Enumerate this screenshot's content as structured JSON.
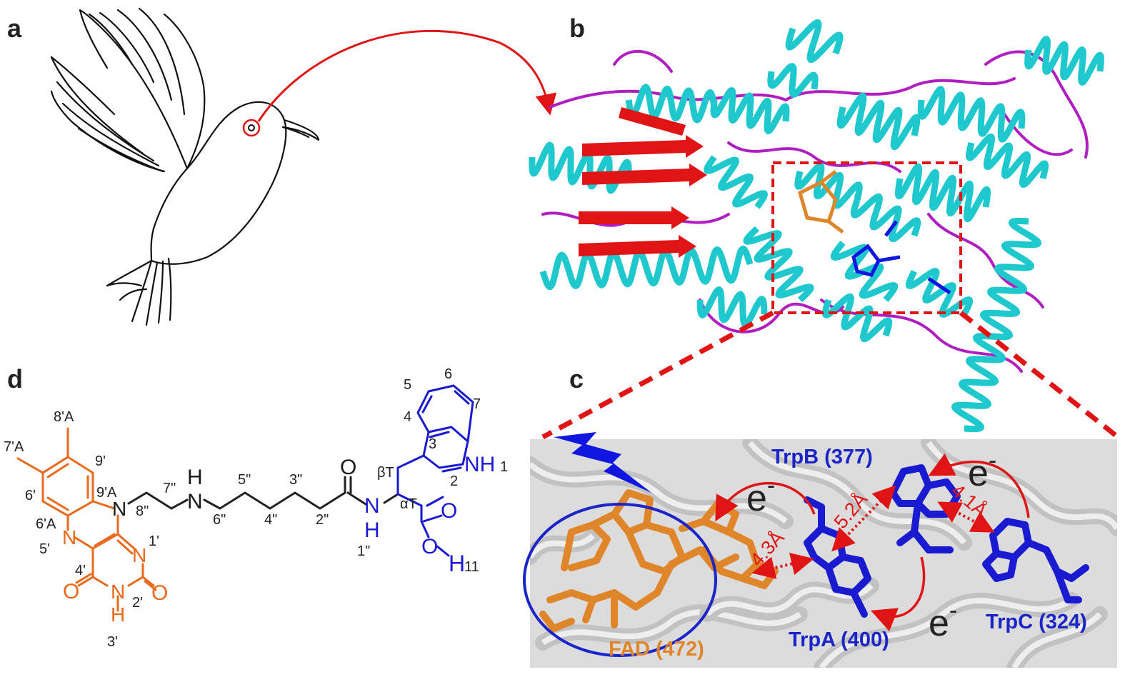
{
  "panels": {
    "a": {
      "letter": "a"
    },
    "b": {
      "letter": "b"
    },
    "c": {
      "letter": "c",
      "fad_label": "FAD (472)",
      "trpA_label": "TrpA (400)",
      "trpB_label": "TrpB (377)",
      "trpC_label": "TrpC (324)",
      "distances": [
        "4.3Å",
        "5.2Å",
        "4.1Å"
      ],
      "electron": "e",
      "electron_sup": "-"
    },
    "d": {
      "letter": "d",
      "atoms": {
        "N5": "N",
        "N10": "N",
        "N1": "N",
        "N3": "N",
        "NH_amine": "N",
        "H_amine": "H",
        "O4": "O",
        "O2": "O",
        "H3": "H",
        "N_amide": "N",
        "H_amide": "H",
        "O_amide": "O",
        "O_acid": "O",
        "O_hydroxyl": "O",
        "H_acid": "H",
        "NH_indole": "NH"
      },
      "numbers": {
        "n8A": "8'A",
        "n7A": "7'A",
        "n9p": "9'",
        "n9A": "9'A",
        "n6p": "6'",
        "n6A": "6'A",
        "n5p": "5'",
        "n1p": "1'",
        "n4p": "4'",
        "n2p": "2'",
        "n3p": "3'",
        "n8dp": "8\"",
        "n7dp": "7\"",
        "n6dp": "6\"",
        "n5dp": "5\"",
        "n4dp": "4\"",
        "n3dp": "3\"",
        "n2dp": "2\"",
        "n1dp": "1\"",
        "bT": "βT",
        "aT": "αT",
        "i1": "1",
        "i2": "2",
        "i3": "3",
        "i4": "4",
        "i5": "5",
        "i6": "6",
        "i7": "7",
        "i11": "11"
      }
    }
  },
  "colors": {
    "cyan": "#1ec8cc",
    "magenta": "#b01ec2",
    "red": "#e01414",
    "blue": "#0f16e0",
    "orange": "#e86a1a",
    "fad_orange": "#e0862a",
    "black": "#222222"
  }
}
